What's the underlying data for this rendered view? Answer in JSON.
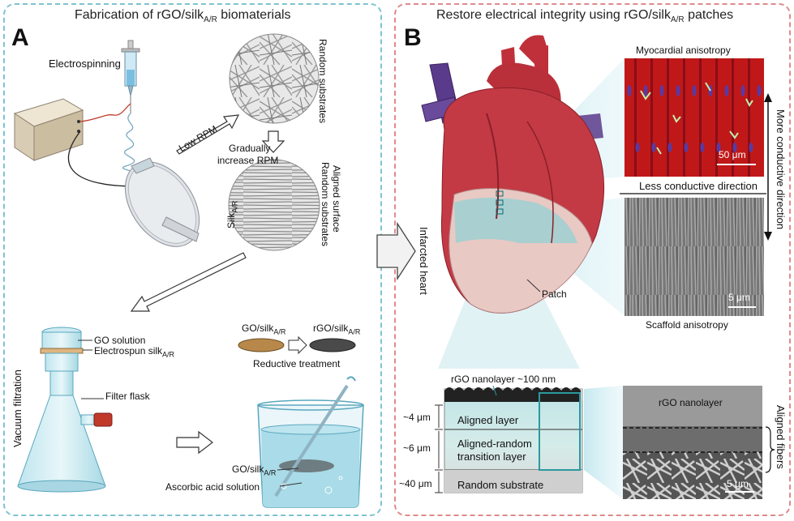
{
  "panel_a": {
    "title": "Fabrication of rGO/silk",
    "title_sub": "A/R",
    "title_tail": " biomaterials",
    "letter": "A",
    "electrospinning": "Electrospinning",
    "low_rpm": "Low RPM",
    "random_substrates": "Random substrates",
    "gradually": "Gradually",
    "increase_rpm": "increase RPM",
    "aligned_surface": "Aligned surface",
    "random_substrates2": "Random substrates",
    "silk": "Silk",
    "silk_sub": "A/R",
    "vacuum_filtration": "Vacuum filtration",
    "go_solution": "GO solution",
    "electrospun_silk": "Electrospun silk",
    "electrospun_silk_sub": "A/R",
    "filter_flask": "Filter flask",
    "go_silk": "GO/silk",
    "go_silk_sub": "A/R",
    "rgo_silk": "rGO/silk",
    "rgo_silk_sub": "A/R",
    "reductive_treatment": "Reductive treatment",
    "go_silk2": "GO/silk",
    "go_silk2_sub": "A/R",
    "ascorbic_acid": "Ascorbic acid solution"
  },
  "panel_b": {
    "title": "Restore electrical integrity using rGO/silk",
    "title_sub": "A/R",
    "title_tail": " patches",
    "letter": "B",
    "infarcted_heart": "Infarcted heart",
    "patch": "Patch",
    "myocardial_anisotropy": "Myocardial anisotropy",
    "scale_50": "50 μm",
    "more_conductive": "More conductive direction",
    "less_conductive": "Less conductive direction",
    "scale_5a": "5 μm",
    "scaffold_anisotropy": "Scaffold anisotropy",
    "rgo_nanolayer_100": "rGO nanolayer ~100 nm",
    "layer_4um": "~4 μm",
    "layer_6um": "~6 μm",
    "layer_40um": "~40 μm",
    "aligned_layer": "Aligned layer",
    "aligned_random": "Aligned-random",
    "transition_layer": "transition layer",
    "random_substrate": "Random substrate",
    "rgo_nanolayer": "rGO nanolayer",
    "aligned_fibers": "Aligned fibers",
    "scale_5b": "5 μm"
  },
  "colors": {
    "panel_a_border": "#7ec3d1",
    "panel_b_border": "#e08a8a",
    "heart_red": "#c0303a",
    "vessel_purple": "#5a3a8a",
    "cyan_patch": "#7fd3d8"
  }
}
